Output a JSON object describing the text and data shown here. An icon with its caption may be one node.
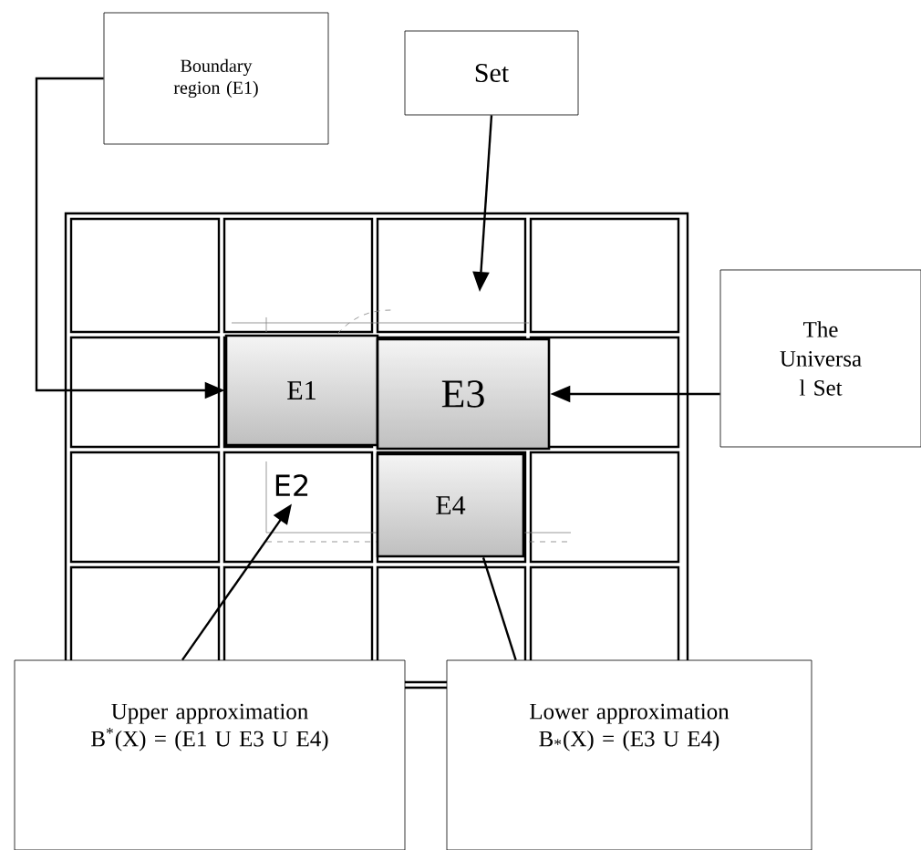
{
  "diagram": {
    "nodes": [
      {
        "text": [
          "Boundary region (E1)"
        ]
      },
      {
        "text": [
          "Set"
        ]
      },
      {
        "text": [
          "The Universa l Set"
        ]
      },
      {
        "text": [
          "E1"
        ]
      },
      {
        "text": [
          "E3"
        ]
      },
      {
        "text": [
          "E4"
        ]
      },
      {
        "text": [
          "E2"
        ]
      },
      {
        "text": [
          "Upper approximation",
          "B$^{*}$(X) = (E1 U E3 U E4)"
        ]
      },
      {
        "text": [
          "Lower approximation",
          "B$_{*}$(X) = (E3 U E4)"
        ]
      }
    ],
    "edges": [
      {
        "from": 0,
        "to": 3,
        "arrow": "to"
      },
      {
        "from": 1,
        "to": null,
        "arrow": "to"
      },
      {
        "from": 2,
        "to": 4,
        "arrow": "to"
      },
      {
        "from": 7,
        "to": 6,
        "arrow": "to"
      },
      {
        "from": 8,
        "to": 5,
        "arrow": "none"
      }
    ]
  }
}
